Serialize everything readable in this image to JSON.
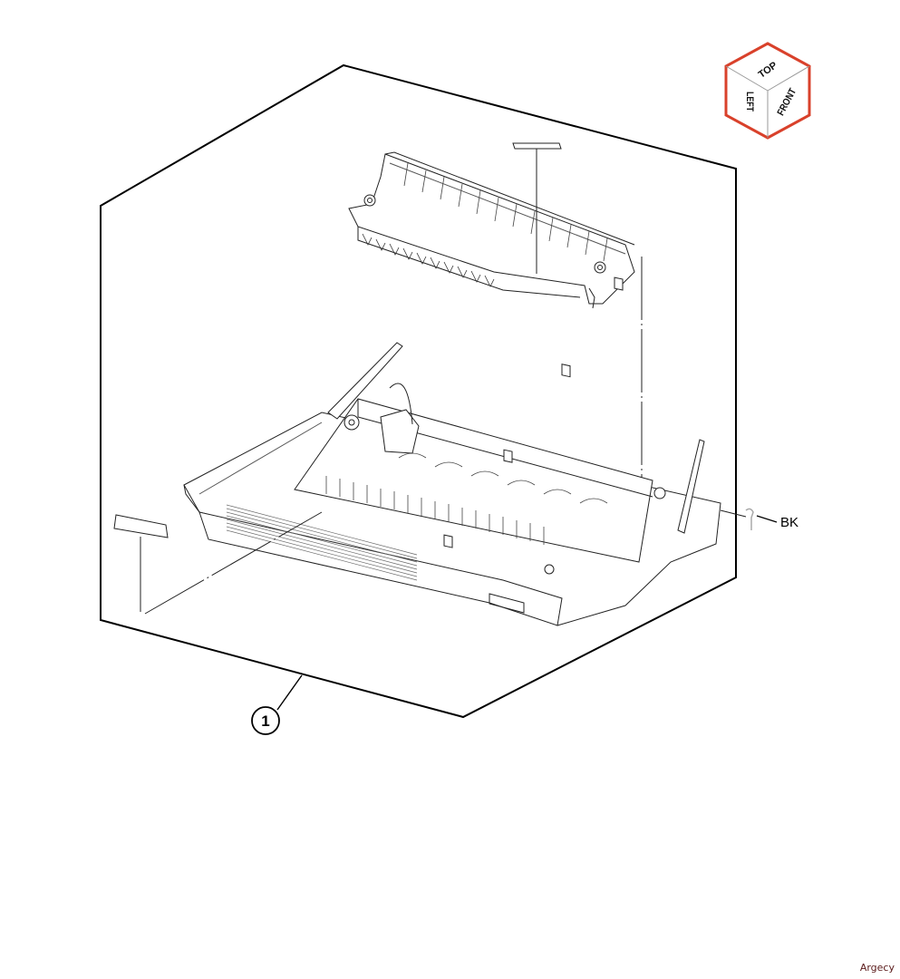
{
  "diagram": {
    "type": "exploded-parts-view",
    "orientation_cube": {
      "faces": {
        "top": "TOP",
        "left": "LEFT",
        "front": "FRONT"
      },
      "outline_color": "#d9412b",
      "edge_color": "#9a9a9a"
    },
    "callouts": [
      {
        "id": "1",
        "label": "1"
      }
    ],
    "part_labels": [
      {
        "id": "bk",
        "label": "BK"
      }
    ],
    "assemblies": [
      {
        "name": "upper-guide-assembly"
      },
      {
        "name": "lower-duplex-tray-assembly"
      },
      {
        "name": "label-small-left"
      },
      {
        "name": "label-small-top"
      }
    ]
  },
  "footer": {
    "watermark": "Argecy"
  }
}
